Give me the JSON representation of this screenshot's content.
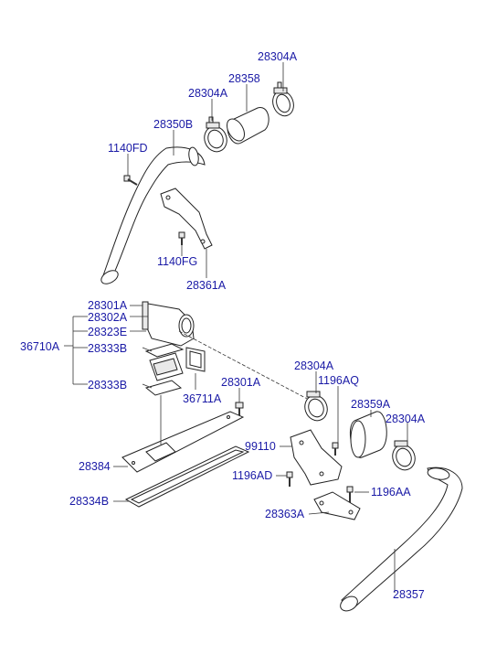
{
  "labels": {
    "l28304A_top": "28304A",
    "l28358": "28358",
    "l28304A_mid": "28304A",
    "l28350B": "28350B",
    "l1140FD": "1140FD",
    "l1140FG": "1140FG",
    "l28361A": "28361A",
    "l28301A_a": "28301A",
    "l28302A": "28302A",
    "l28323E": "28323E",
    "l36710A": "36710A",
    "l28333B_a": "28333B",
    "l28333B_b": "28333B",
    "l36711A": "36711A",
    "l28301A_b": "28301A",
    "l28304A_r": "28304A",
    "l1196AQ": "1196AQ",
    "l28359A": "28359A",
    "l28304A_r2": "28304A",
    "l99110": "99110",
    "l28384": "28384",
    "l1196AD": "1196AD",
    "l1196AA": "1196AA",
    "l28334B": "28334B",
    "l28363A": "28363A",
    "l28357": "28357"
  }
}
